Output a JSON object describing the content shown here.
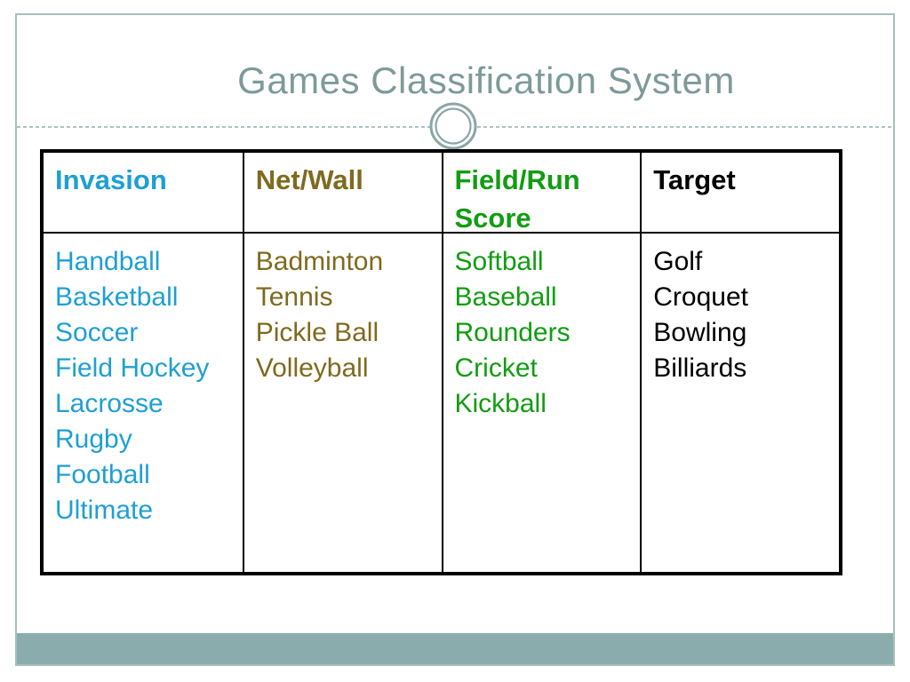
{
  "slide": {
    "title": "Games Classification System",
    "accent_colors": {
      "title_text": "#7e9a9a",
      "frame_border": "#a9bebe",
      "divider_dotted": "#aec2c2",
      "ornament_ring": "#8aa6a6",
      "footer_bar": "#8bacac",
      "table_border": "#000000"
    }
  },
  "table": {
    "columns": [
      {
        "header": "Invasion",
        "color": "#1f9fd3",
        "items": [
          "Handball",
          "Basketball",
          "Soccer",
          "Field Hockey",
          "Lacrosse",
          "Rugby",
          "Football",
          "Ultimate"
        ]
      },
      {
        "header": "Net/Wall",
        "color": "#7f6a1e",
        "items": [
          "Badminton",
          "Tennis",
          "Pickle Ball",
          "Volleyball"
        ]
      },
      {
        "header": "Field/Run Score",
        "color": "#129c12",
        "items": [
          "Softball",
          "Baseball",
          "Rounders",
          "Cricket",
          "Kickball"
        ]
      },
      {
        "header": "Target",
        "color": "#000000",
        "items": [
          "Golf",
          "Croquet",
          "Bowling",
          "Billiards"
        ]
      }
    ]
  }
}
